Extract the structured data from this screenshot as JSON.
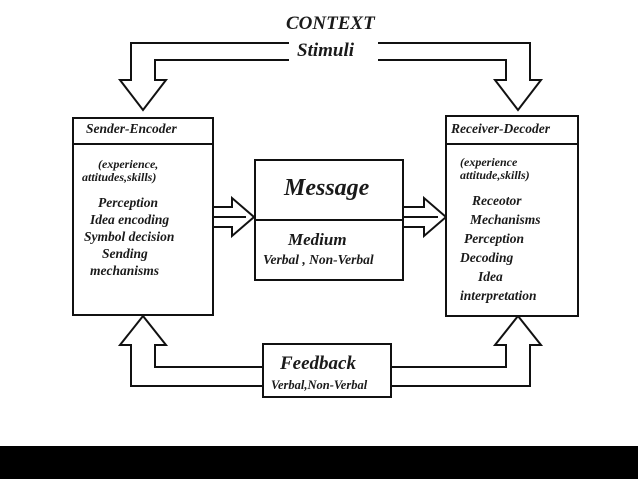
{
  "context": {
    "title": "CONTEXT",
    "stimuli": "Stimuli"
  },
  "sender": {
    "header": "Sender-Encoder",
    "details_line1": "(experience,",
    "details_line2": "attitudes,skills)",
    "items": [
      "Perception",
      "Idea encoding",
      "Symbol decision",
      "Sending",
      "mechanisms"
    ]
  },
  "message": {
    "title": "Message",
    "medium": "Medium",
    "types": "Verbal , Non-Verbal"
  },
  "receiver": {
    "header": "Receiver-Decoder",
    "details_line1": "(experience",
    "details_line2": "attitude,skills)",
    "items": [
      "Receotor",
      "Mechanisms",
      "Perception",
      "Decoding",
      "Idea",
      "interpretation"
    ]
  },
  "feedback": {
    "title": "Feedback",
    "types": "Verbal,Non-Verbal"
  }
}
